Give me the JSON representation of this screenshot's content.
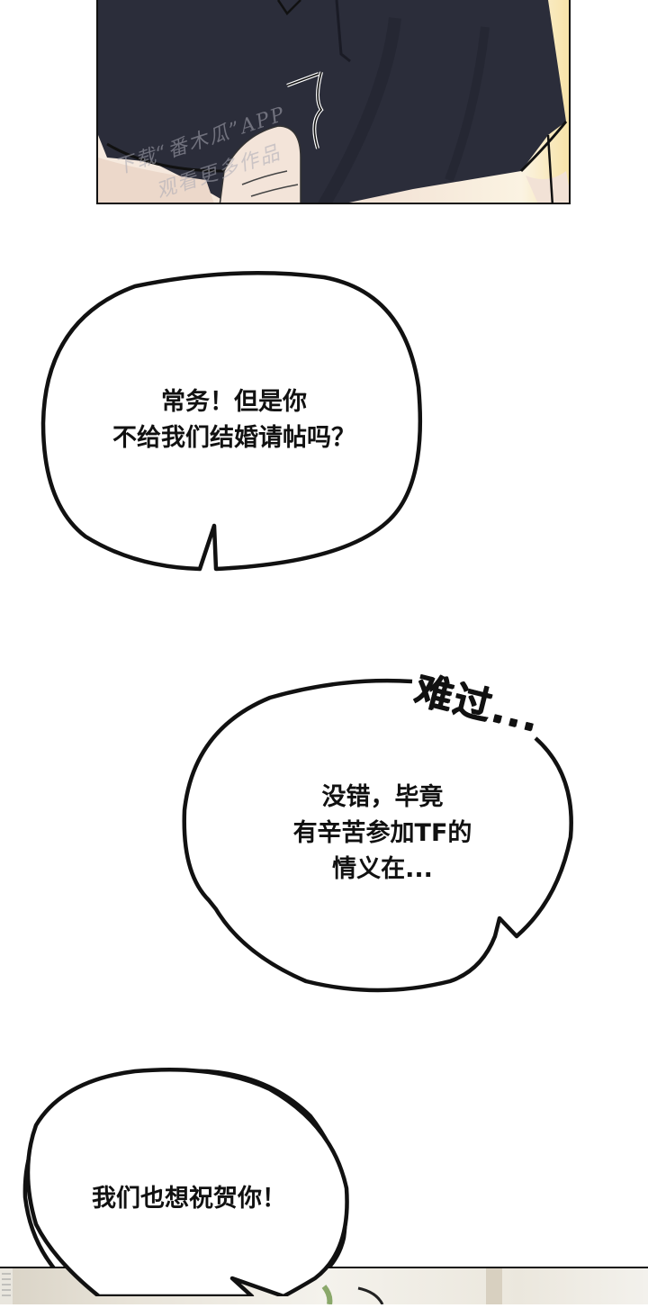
{
  "panels": {
    "top": {
      "description": "Close-up of a man in a dark navy polo shirt clutching his chest",
      "watermark_line1": "下载“番木瓜”APP",
      "watermark_line2": "观看更多作品",
      "shirt_color": "#2b2d3a",
      "skin_color": "#f2e2d6",
      "background_glow": "#f7e3a8"
    },
    "bottom": {
      "description": "Start of next panel showing an interior scene"
    }
  },
  "bubbles": [
    {
      "id": "bubble-1",
      "lines": [
        "常务！但是你",
        "不给我们结婚请帖吗？"
      ]
    },
    {
      "id": "bubble-2",
      "lines": [
        "没错，毕竟",
        "有辛苦参加TF的",
        "情义在..."
      ]
    },
    {
      "id": "bubble-3",
      "lines": [
        "我们也想祝贺你！"
      ]
    }
  ],
  "sfx": {
    "text": "难过..."
  },
  "colors": {
    "ink": "#111111",
    "page": "#ffffff"
  }
}
